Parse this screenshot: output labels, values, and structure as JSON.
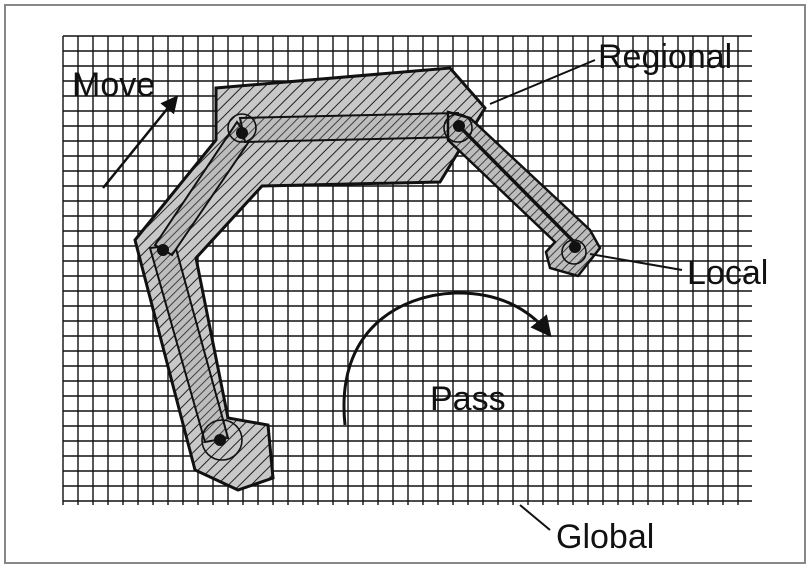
{
  "labels": {
    "move": "Move",
    "regional": "Regional",
    "local": "Local",
    "pass": "Pass",
    "global": "Global"
  },
  "colors": {
    "background": "#ffffff",
    "ink": "#111111",
    "frame": "#888888",
    "hatch_fill": "#c8c8c8"
  }
}
